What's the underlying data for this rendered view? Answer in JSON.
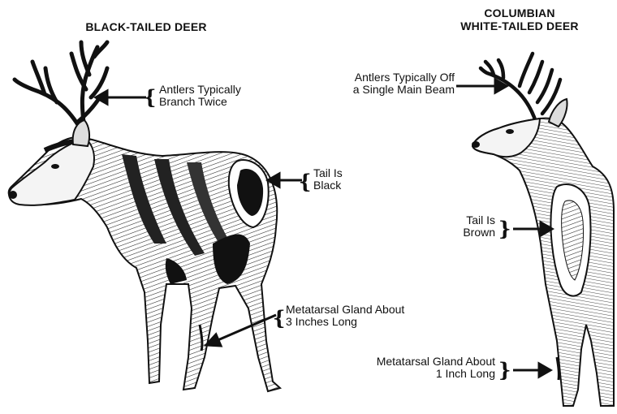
{
  "left": {
    "title": "BLACK-TAILED DEER",
    "labels": {
      "antlers": [
        "Antlers Typically",
        "Branch Twice"
      ],
      "tail": [
        "Tail Is",
        "Black"
      ],
      "gland": [
        "Metatarsal Gland About",
        "3 Inches Long"
      ]
    }
  },
  "right": {
    "title": [
      "COLUMBIAN",
      "WHITE-TAILED DEER"
    ],
    "labels": {
      "antlers": [
        "Antlers Typically Off",
        "a Single Main Beam"
      ],
      "tail": [
        "Tail Is",
        "Brown"
      ],
      "gland": [
        "Metatarsal Gland About",
        "1 Inch Long"
      ]
    }
  },
  "colors": {
    "ink": "#111111",
    "background": "#ffffff"
  }
}
